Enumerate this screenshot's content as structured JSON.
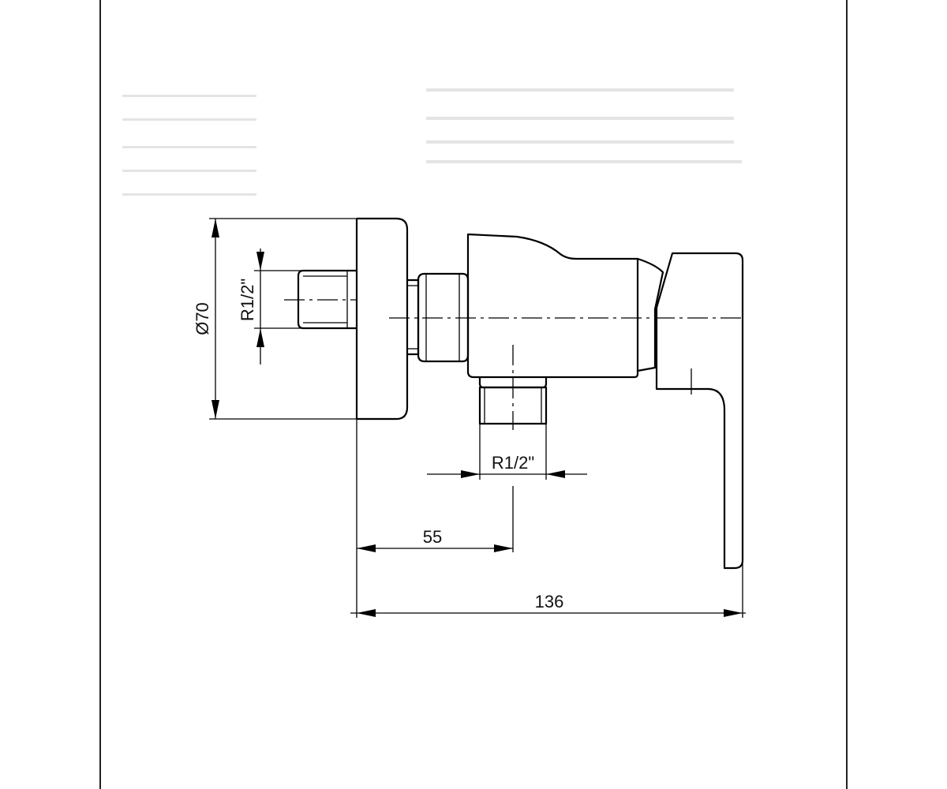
{
  "dimensions": {
    "body_diameter": "Ø70",
    "wall_thread": "R1/2\"",
    "outlet_thread": "R1/2\"",
    "outlet_offset": "55",
    "overall_length": "136"
  },
  "colors": {
    "line": "#000000",
    "background": "#ffffff",
    "ghost_text": "#e4e4e4"
  }
}
